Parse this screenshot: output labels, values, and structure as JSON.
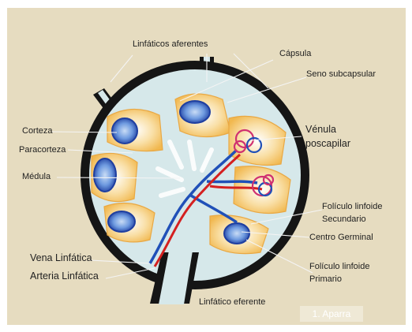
{
  "labels": {
    "linfaticos_aferentes": "Linfáticos aferentes",
    "capsula": "Cápsula",
    "seno_subcapsular": "Seno subcapsular",
    "corteza": "Corteza",
    "paracorteza": "Paracorteza",
    "medula": "Médula",
    "venula_line1": "Vénula",
    "venula_line2": "poscapilar",
    "foliculo_secundario_line1": "Folículo linfoide",
    "foliculo_secundario_line2": "Secundario",
    "centro_germinal": "Centro Germinal",
    "foliculo_primario_line1": "Folículo linfoide",
    "foliculo_primario_line2": "Primario",
    "vena_linfatica": "Vena Linfática",
    "arteria_linfatica": "Arteria Linfática",
    "linfatico_eferente": "Linfático eferente",
    "watermark": "1. Aparra"
  },
  "colors": {
    "background": "#e6dcc0",
    "capsule": "#151515",
    "sinus": "#d6e8ea",
    "cortex": "#f6c56a",
    "follicle_outer": "#2d63b8",
    "follicle_inner": "#8fb8e8",
    "artery": "#d42020",
    "vein": "#2050b8",
    "venule": "#d03070"
  }
}
